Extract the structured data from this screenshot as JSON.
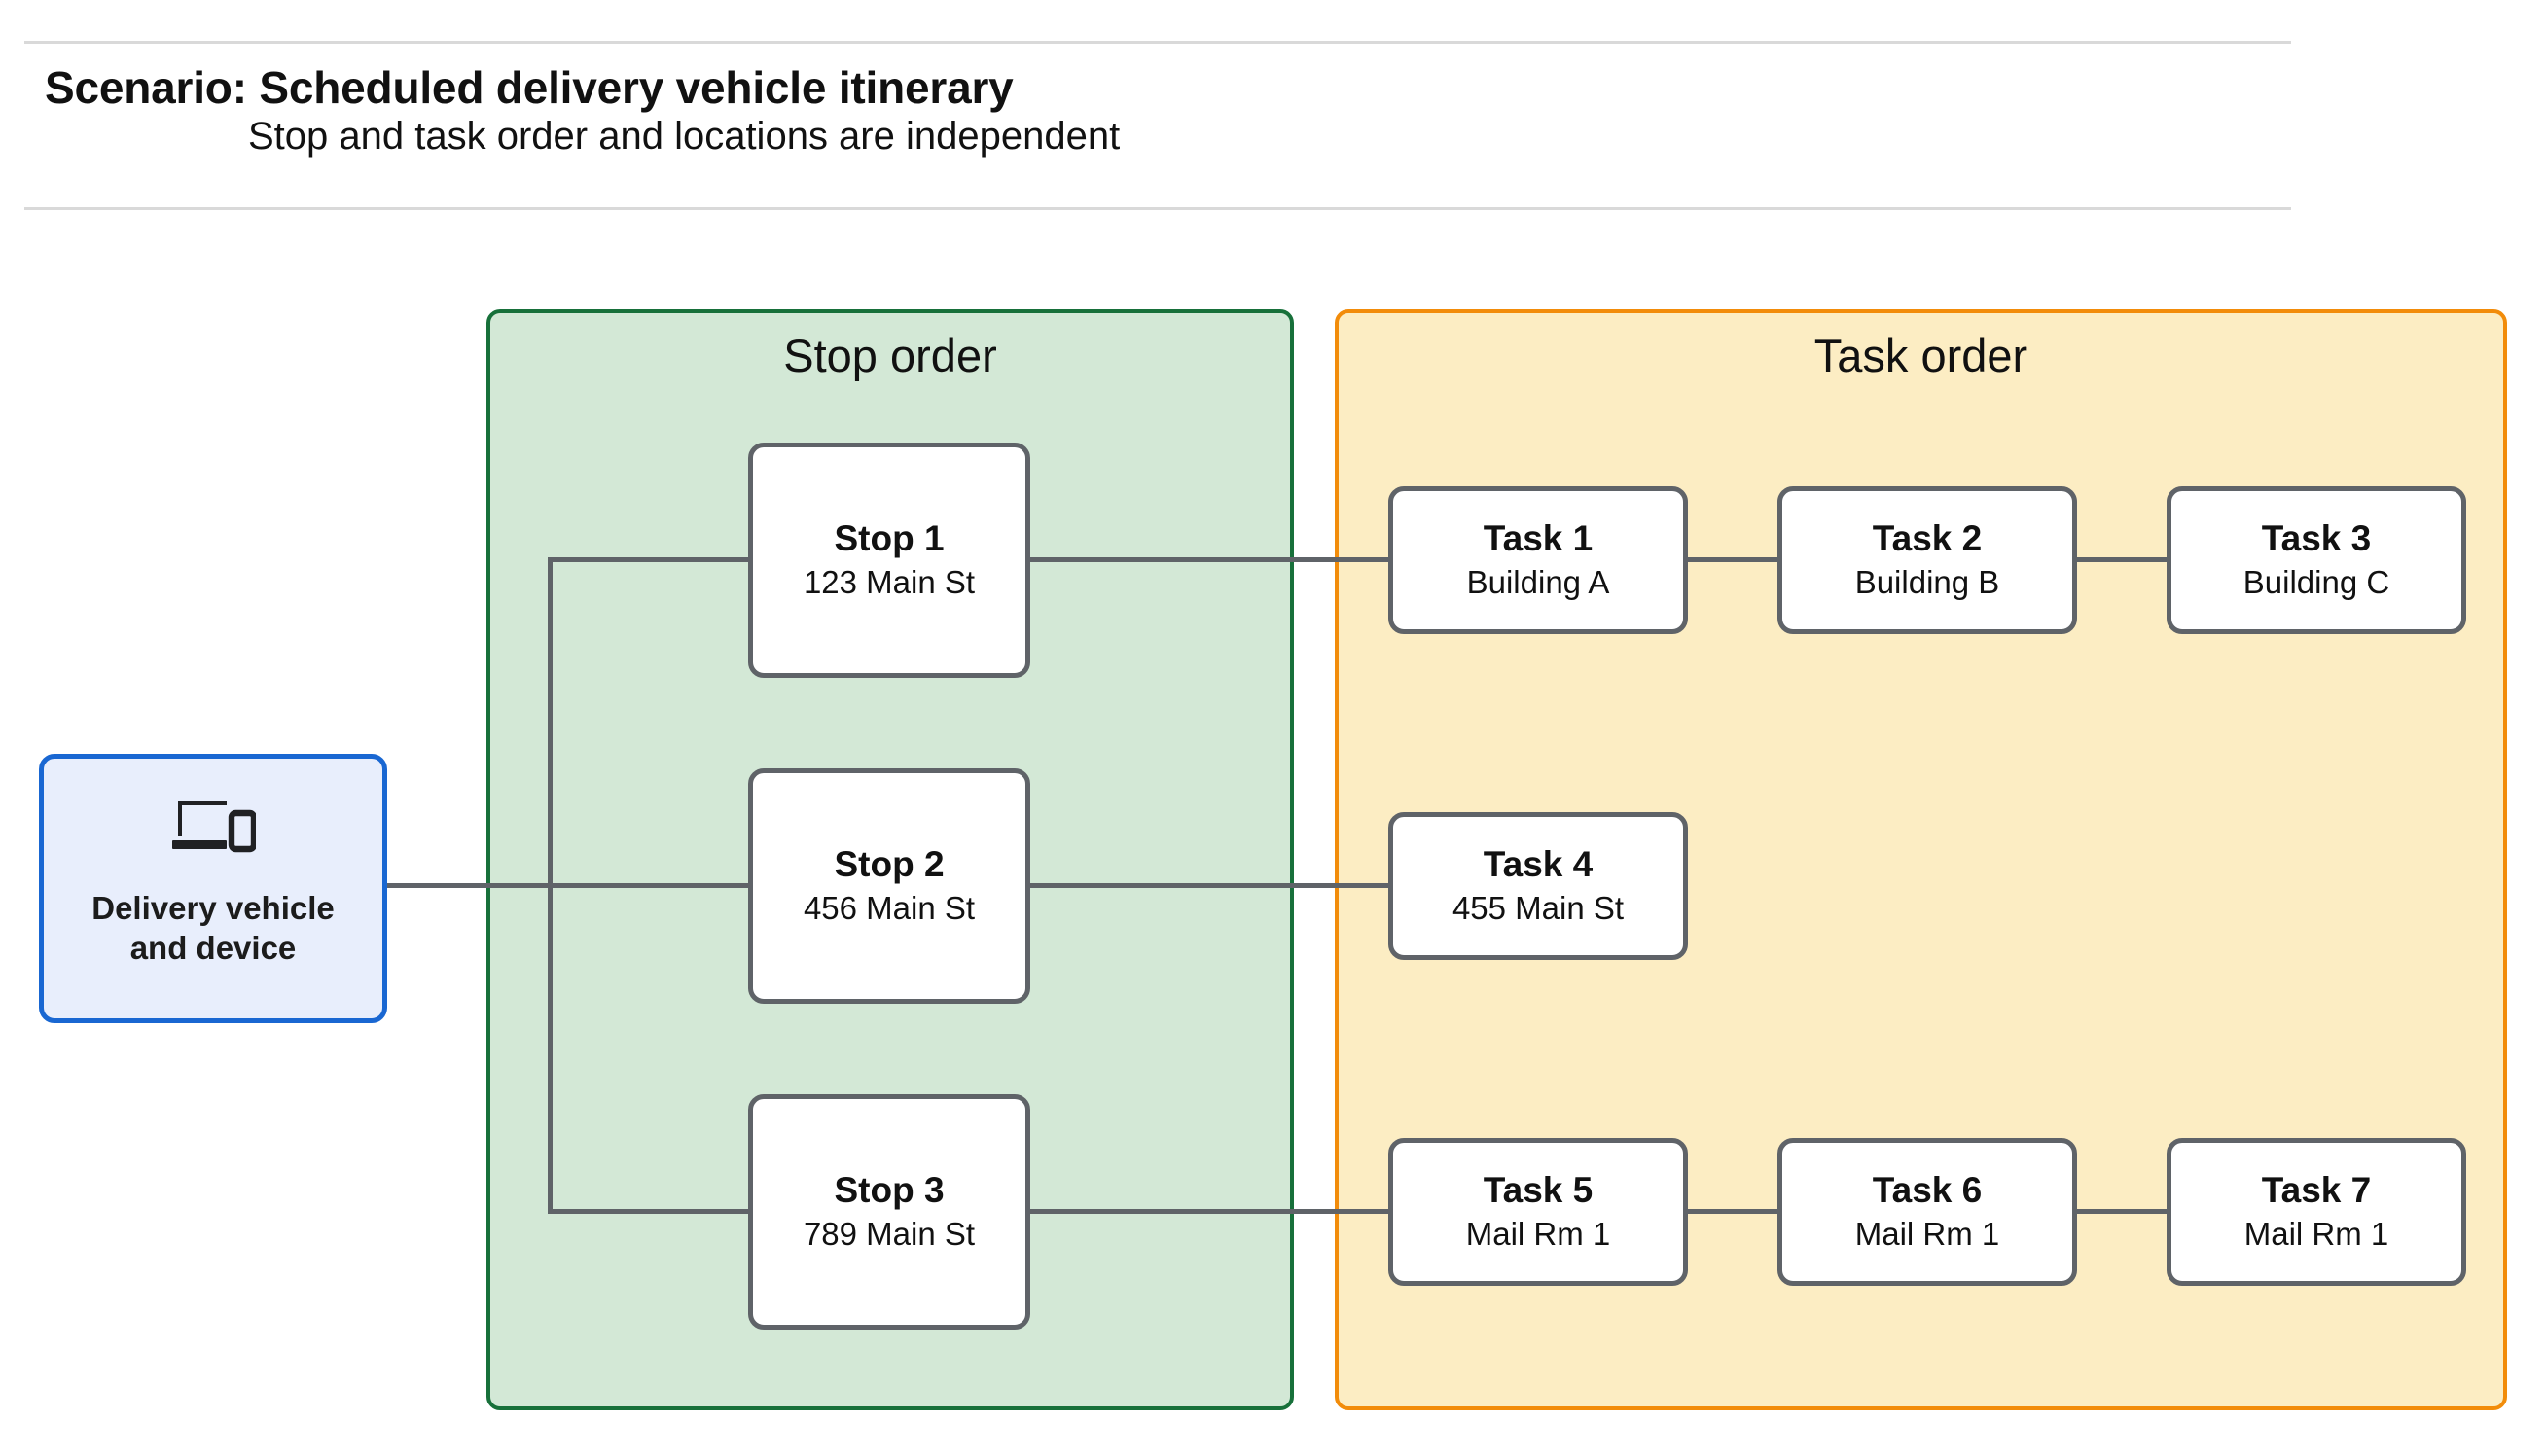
{
  "header": {
    "title": "Scenario: Scheduled delivery vehicle itinerary",
    "subtitle": "Stop and task order and locations are independent",
    "divider_color": "#d9d9d9"
  },
  "vehicle": {
    "label": "Delivery vehicle\nand device",
    "icon": "devices-icon",
    "fill": "#e8eefc",
    "border": "#1967d2"
  },
  "panels": [
    {
      "id": "stop-panel",
      "title": "Stop order",
      "fill": "#d3e8d6",
      "border": "#17703a"
    },
    {
      "id": "task-panel",
      "title": "Task order",
      "fill": "#fcedc3",
      "border": "#f28c0a"
    }
  ],
  "stops": [
    {
      "title": "Stop 1",
      "address": "123 Main St"
    },
    {
      "title": "Stop 2",
      "address": "456 Main St"
    },
    {
      "title": "Stop 3",
      "address": "789 Main St"
    }
  ],
  "task_rows": [
    [
      {
        "title": "Task 1",
        "location": "Building A"
      },
      {
        "title": "Task 2",
        "location": "Building B"
      },
      {
        "title": "Task 3",
        "location": "Building C"
      }
    ],
    [
      {
        "title": "Task 4",
        "location": "455 Main St"
      }
    ],
    [
      {
        "title": "Task 5",
        "location": "Mail Rm 1"
      },
      {
        "title": "Task 6",
        "location": "Mail Rm 1"
      },
      {
        "title": "Task 7",
        "location": "Mail Rm 1"
      }
    ]
  ],
  "connector_color": "#5f6368",
  "node_style": {
    "fill": "#ffffff",
    "border": "#5f6368"
  }
}
